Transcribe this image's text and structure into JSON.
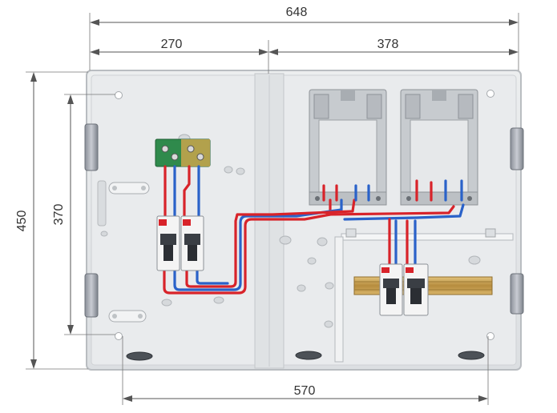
{
  "dimensions": {
    "total_width": "648",
    "left_section_width": "270",
    "right_section_width": "378",
    "total_height": "450",
    "inner_height": "370",
    "bottom_span": "570"
  },
  "colors": {
    "enclosure_base": "#e6e8ea",
    "enclosure_edge": "#b9bdc1",
    "wire_red": "#d8232a",
    "wire_blue": "#2a62c9",
    "din_rail": "#c8a25a",
    "breaker_body": "#f4f4f4",
    "terminal_green": "#2f8a4c"
  }
}
